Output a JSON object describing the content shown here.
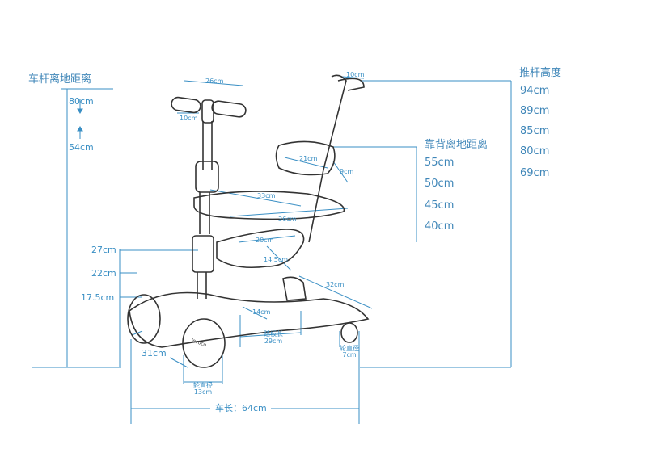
{
  "left_panel": {
    "title": "车杆离地距离",
    "values": [
      "80cm",
      "54cm"
    ],
    "seat_heights": [
      "27cm",
      "22cm",
      "17.5cm"
    ]
  },
  "right_panel_push": {
    "title": "推杆高度",
    "values": [
      "94cm",
      "89cm",
      "85cm",
      "80cm",
      "69cm"
    ]
  },
  "right_panel_back": {
    "title": "靠背离地距离",
    "values": [
      "55cm",
      "50cm",
      "45cm",
      "40cm"
    ]
  },
  "dims": {
    "handlebar_width": "26cm",
    "grip_length": "10cm",
    "push_grip": "10cm",
    "backrest_width": "21cm",
    "backrest_height": "9cm",
    "bar_inner": "33cm",
    "bar_outer": "36cm",
    "seat_width": "20cm",
    "seat_depth": "14.5cm",
    "rear_width": "32cm",
    "deck_width": "14cm",
    "deck_label": "踏板长",
    "deck_length": "29cm",
    "front_width": "31cm",
    "wheel_label": "轮直径",
    "front_wheel": "13cm",
    "rear_wheel": "7cm",
    "total_length": "车长：64cm"
  },
  "brand": "lecoco",
  "colors": {
    "accent": "#3a8fc4",
    "line": "#333333"
  }
}
